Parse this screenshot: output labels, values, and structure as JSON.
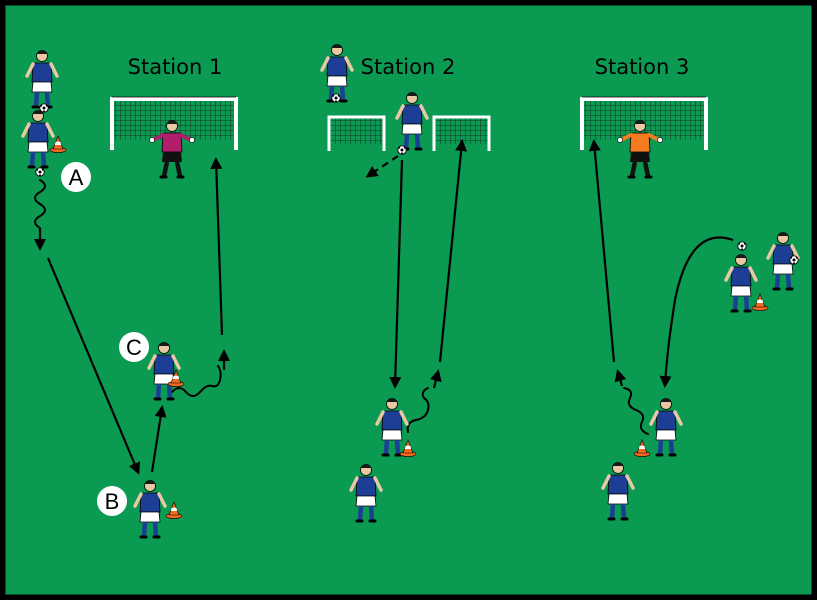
{
  "stations": [
    {
      "id": "station-1",
      "label": "Station 1"
    },
    {
      "id": "station-2",
      "label": "Station 2"
    },
    {
      "id": "station-3",
      "label": "Station 3"
    }
  ],
  "markers": [
    {
      "id": "A",
      "letter": "A"
    },
    {
      "id": "B",
      "letter": "B"
    },
    {
      "id": "C",
      "letter": "C"
    }
  ],
  "colors": {
    "pitch": "#0B9A52",
    "border": "#000000",
    "outfield_shirt": "#1C3F95",
    "outfield_shorts": "#FFFFFF",
    "outfield_socks": "#1C3F95",
    "keeper_station_1": "#B01E6C",
    "keeper_station_3": "#F47C20",
    "keeper_shorts": "#111111",
    "cone": "#F26A21",
    "skin": "#E9C9A4",
    "hair": "#1A1A1A"
  },
  "icons": [
    "soccer-player-icon",
    "goalkeeper-icon",
    "soccer-ball-icon",
    "training-cone-icon",
    "goal-icon",
    "mini-goal-icon"
  ]
}
